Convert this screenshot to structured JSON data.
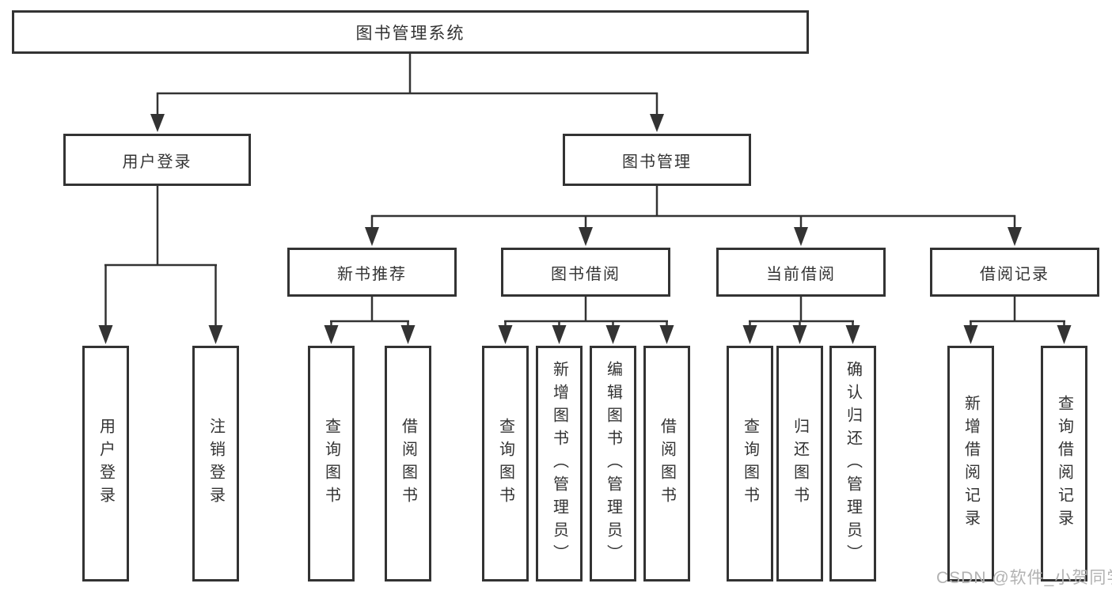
{
  "title": "图书管理系统",
  "level2": [
    "用户登录",
    "图书管理"
  ],
  "level3": [
    "新书推荐",
    "图书借阅",
    "当前借阅",
    "借阅记录"
  ],
  "leaves": [
    "用户登录",
    "注销登录",
    "查询图书",
    "借阅图书",
    "查询图书",
    "新增图书（管理员）",
    "编辑图书（管理员）",
    "借阅图书",
    "查询图书",
    "归还图书",
    "确认归还（管理员）",
    "新增借阅记录",
    "查询借阅记录"
  ],
  "watermark": "CSDN @软件_小贺同学",
  "colors": {
    "line": "#333333",
    "text": "#333333",
    "box_background": "#ffffff",
    "watermark": "#b2b2b2"
  }
}
